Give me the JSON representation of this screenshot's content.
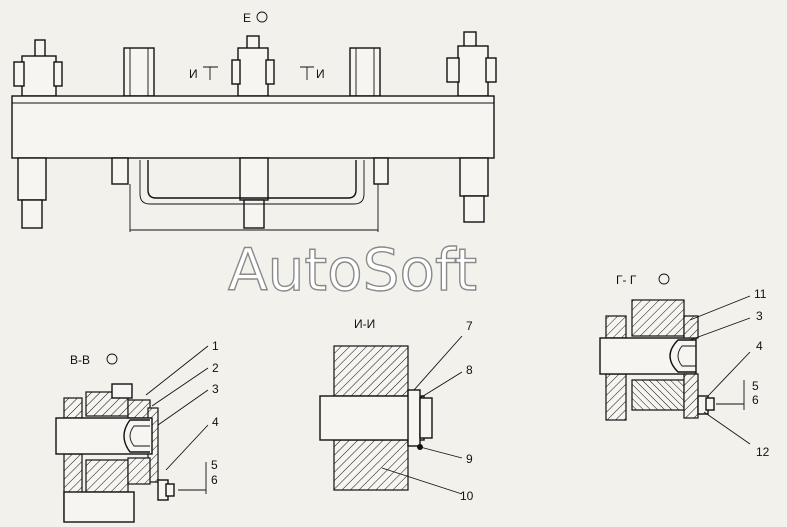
{
  "watermark": "AutoSoft",
  "views": {
    "main": {
      "title": "Е"
    },
    "vv": {
      "title": "В-В"
    },
    "ii": {
      "title": "И-И"
    },
    "gg": {
      "title": "Г- Г"
    }
  },
  "section_marks": {
    "left": "И",
    "right": "И"
  },
  "callouts_vv": [
    "1",
    "2",
    "3",
    "4",
    "5",
    "6"
  ],
  "callouts_ii": [
    "7",
    "8",
    "9",
    "10"
  ],
  "callouts_gg": [
    "11",
    "3",
    "4",
    "5",
    "6",
    "12"
  ]
}
